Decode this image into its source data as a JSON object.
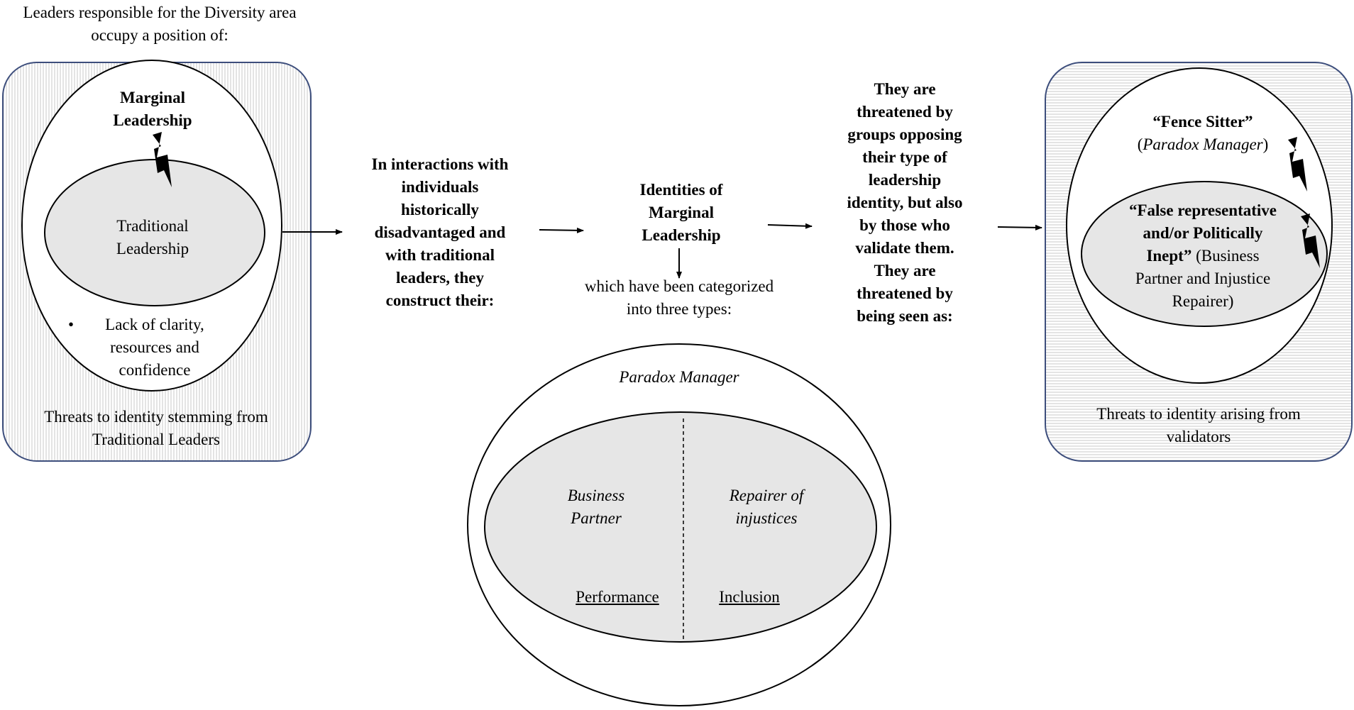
{
  "header": {
    "line1": "Leaders responsible for the Diversity area",
    "line2": "occupy a position of:"
  },
  "left_panel": {
    "outer_title_1": "Marginal",
    "outer_title_2": "Leadership",
    "inner_label_1": "Traditional",
    "inner_label_2": "Leadership",
    "bullet_char": "•",
    "bullet_text_1": "Lack of clarity,",
    "bullet_text_2": "resources and",
    "bullet_text_3": "confidence",
    "caption_1": "Threats to identity stemming from",
    "caption_2": "Traditional Leaders"
  },
  "step1": {
    "lines": [
      "In interactions with",
      "individuals",
      "historically",
      "disadvantaged and",
      "with traditional",
      "leaders, they",
      "construct their:"
    ]
  },
  "step2": {
    "title_lines": [
      "Identities of",
      "Marginal",
      "Leadership"
    ],
    "sub_lines": [
      "which have been categorized",
      "into three types:"
    ]
  },
  "step3": {
    "lines": [
      "They are",
      "threatened by",
      "groups opposing",
      "their type of",
      "leadership",
      "identity, but also",
      "by those who",
      "validate them.",
      "They are",
      "threatened by",
      "being seen as:"
    ]
  },
  "bottom_ellipse": {
    "title": "Paradox Manager",
    "left_1": "Business",
    "left_2": "Partner",
    "left_value": "Performance",
    "right_1": "Repairer of",
    "right_2": "injustices",
    "right_value": "Inclusion"
  },
  "right_panel": {
    "outer_bold": "“Fence Sitter”",
    "outer_paren_open": "(",
    "outer_italic": "Paradox Manager",
    "outer_paren_close": ")",
    "inner_bold_1": "“False representative",
    "inner_bold_2": "and/or Politically",
    "inner_bold_3": "Inept”",
    "inner_rest_3": " (Business",
    "inner_line_4": "Partner and Injustice",
    "inner_line_5": "Repairer)",
    "caption_1": "Threats to identity arising from",
    "caption_2": "validators"
  },
  "colors": {
    "panel_border": "#3d4e7c",
    "hatch_line": "#c9c9c9",
    "ellipse_fill": "#e6e6e6",
    "stroke": "#000000"
  },
  "icons": [
    "lightning-bolt-icon",
    "arrow-right-icon",
    "arrow-down-icon"
  ]
}
